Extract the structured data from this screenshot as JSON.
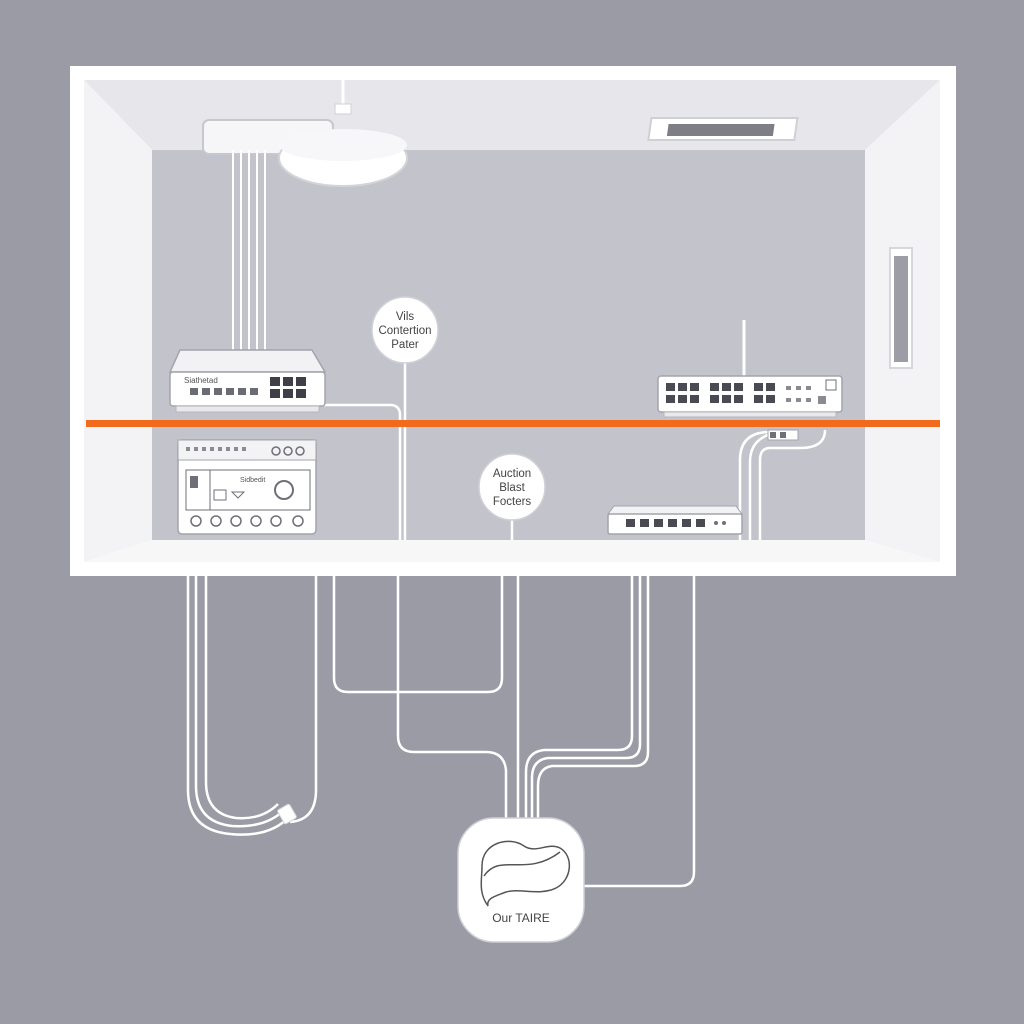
{
  "colors": {
    "background": "#9a9ba5",
    "room_frame": "#ffffff",
    "back_wall": "#c2c3ca",
    "ceiling": "#e8e8ec",
    "floor": "#f4f4f6",
    "accent_line": "#f26b1d",
    "cable": "#ffffff",
    "device_outline": "#8a8b92"
  },
  "labels": {
    "callout_left": [
      "Vils",
      "Contertion",
      "Pater"
    ],
    "callout_center": [
      "Auction",
      "Blast",
      "Focters"
    ],
    "hub_label": "Our TAIRE",
    "switch_left_label": "Siathetad",
    "panel_label": "Sidbedit"
  },
  "icons": {
    "ceiling_light": "ceiling-light-icon",
    "air_vent": "air-vent-icon",
    "door": "door-icon",
    "hub_logo": "wave-logo-icon"
  }
}
